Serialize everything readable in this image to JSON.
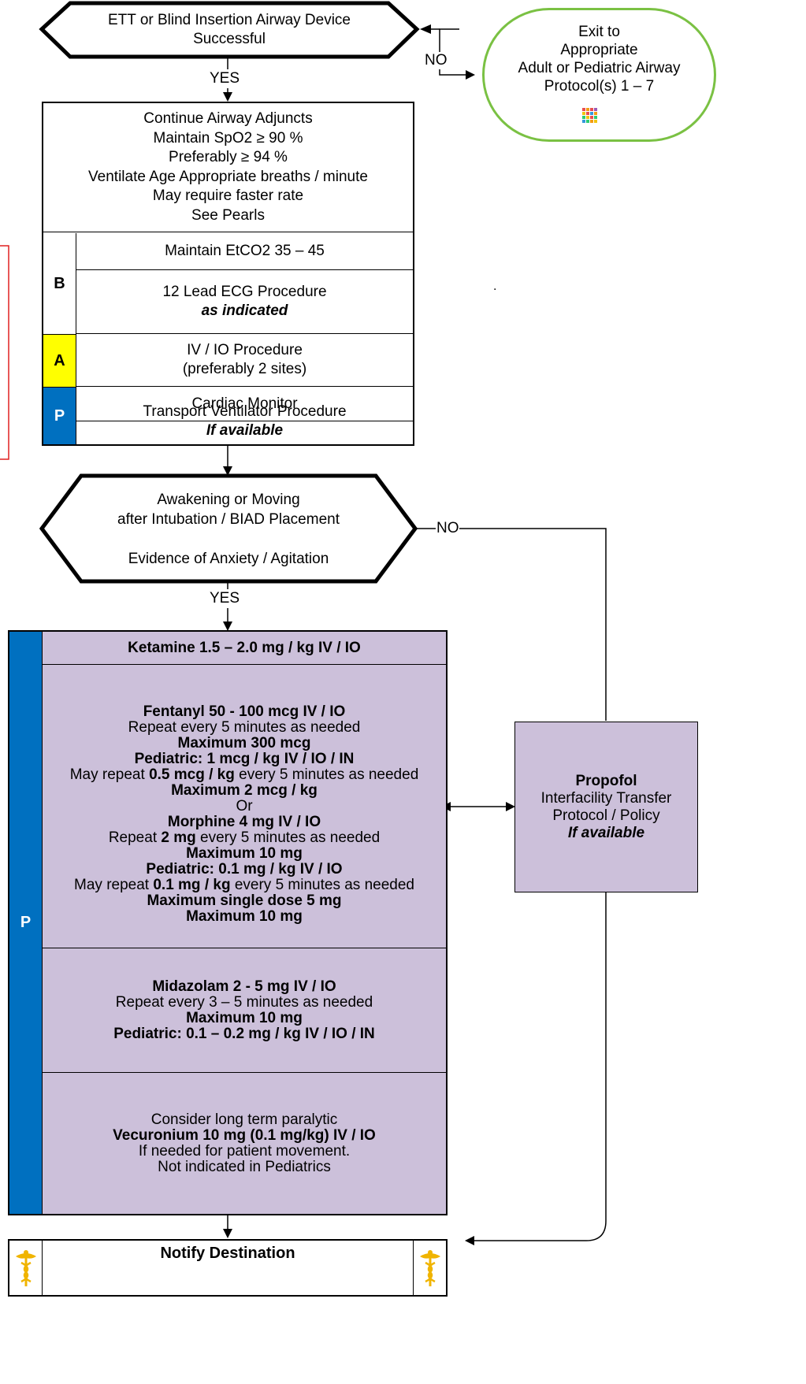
{
  "decision_top": {
    "line1": "ETT or Blind Insertion Airway Device",
    "line2": "Successful",
    "no_label": "NO",
    "yes_label": "YES"
  },
  "exit_box": {
    "lines": [
      "Exit to",
      "Appropriate",
      "Adult or Pediatric Airway",
      "Protocol(s) 1 – 7"
    ],
    "icon": "grid-icon",
    "border_color": "#7ac143"
  },
  "continue_box": {
    "lines": [
      "Continue Airway Adjuncts",
      "Maintain SpO2 ≥  90 %",
      "Preferably ≥ 94 %",
      "Ventilate Age Appropriate breaths / minute",
      "May require faster rate",
      "See Pearls"
    ]
  },
  "level_rows": {
    "b_label": "B",
    "a_label": "A",
    "p_label": "P",
    "etco2": "Maintain EtCO2 35 – 45",
    "ecg": "12 Lead ECG Procedure",
    "ecg_note": "as indicated",
    "iv": "IV / IO Procedure",
    "iv_note": "(preferably 2 sites)",
    "monitor": "Cardiac Monitor",
    "vent": "Transport Ventilator  Procedure",
    "vent_note": "If available"
  },
  "level_colors": {
    "B": "#ffffff",
    "A": "#ffff00",
    "P": "#0070c0"
  },
  "decision_mid": {
    "line1": "Awakening or Moving",
    "line2": "after Intubation / BIAD Placement",
    "line3": "Evidence of Anxiety / Agitation",
    "no_label": "NO",
    "yes_label": "YES"
  },
  "meds": {
    "p_label": "P",
    "ketamine": "Ketamine 1.5 – 2.0 mg / kg  IV / IO",
    "fentanyl": {
      "l1": "Fentanyl 50 - 100 mcg IV / IO",
      "l2": "Repeat  every 5 minutes as needed",
      "l3": "Maximum 300 mcg",
      "l4": "Pediatric: 1 mcg / kg IV / IO / IN",
      "l5a": "May repeat ",
      "l5b": "0.5 mcg / kg",
      "l5c": " every 5 minutes as needed",
      "l6": "Maximum 2 mcg / kg",
      "l7": "Or",
      "l8": "Morphine 4 mg IV / IO",
      "l9a": "Repeat ",
      "l9b": "2 mg",
      "l9c": " every 5 minutes as needed",
      "l10": "Maximum 10 mg",
      "l11": "Pediatric: 0.1 mg / kg IV / IO",
      "l12a": "May repeat ",
      "l12b": "0.1 mg / kg",
      "l12c": " every 5 minutes as needed",
      "l13": "Maximum single dose 5 mg",
      "l14": "Maximum 10 mg"
    },
    "midazolam": {
      "l1": "Midazolam 2 - 5 mg IV / IO",
      "l2": "Repeat every 3 – 5 minutes as needed",
      "l3": "Maximum 10 mg",
      "l4": "Pediatric: 0.1 – 0.2 mg / kg IV / IO / IN"
    },
    "vecuronium": {
      "l1": "Consider long term paralytic",
      "l2": "Vecuronium 10 mg (0.1 mg/kg) IV / IO",
      "l3": "If needed for patient movement.",
      "l4": "Not indicated in Pediatrics"
    },
    "fill_color": "#ccc0da"
  },
  "propofol": {
    "title": "Propofol",
    "l2": "Interfacility Transfer",
    "l3": "Protocol / Policy",
    "l4": "If available"
  },
  "notify": {
    "title": "Notify Destination",
    "icon": "caduceus-icon"
  },
  "stray_dot": "."
}
